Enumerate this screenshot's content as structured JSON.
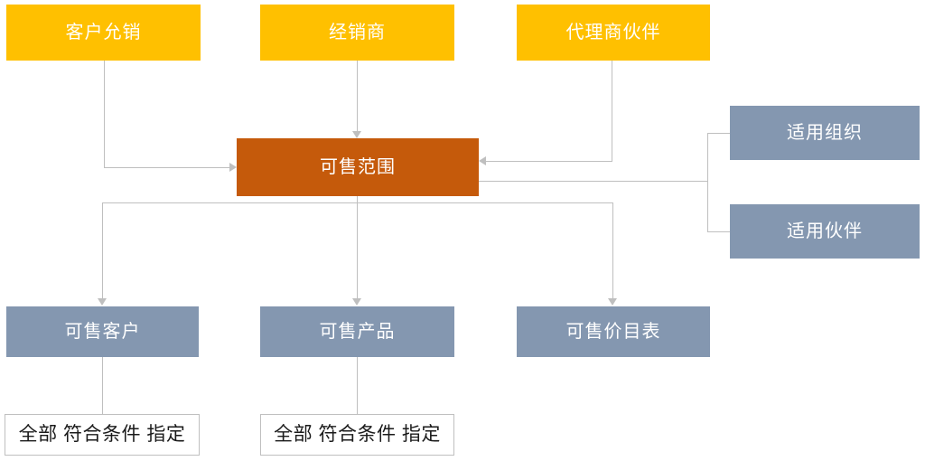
{
  "diagram": {
    "nodes": {
      "customer_allow_sell": {
        "label": "客户允销"
      },
      "distributor": {
        "label": "经销商"
      },
      "agent_partner": {
        "label": "代理商伙伴"
      },
      "sellable_scope": {
        "label": "可售范围"
      },
      "applicable_org": {
        "label": "适用组织"
      },
      "applicable_partner": {
        "label": "适用伙伴"
      },
      "sellable_customer": {
        "label": "可售客户"
      },
      "sellable_product": {
        "label": "可售产品"
      },
      "sellable_pricelist": {
        "label": "可售价目表"
      },
      "customer_options": {
        "label": "全部  符合条件  指定"
      },
      "product_options": {
        "label": "全部  符合条件  指定"
      }
    },
    "colors": {
      "amber": "#FFC000",
      "orange": "#C55A0B",
      "slate": "#8497B0",
      "connector": "#BFBFBF",
      "node_text": "#FFFFFF",
      "plain_text": "#1A1A1A",
      "background": "#FFFFFF"
    }
  }
}
